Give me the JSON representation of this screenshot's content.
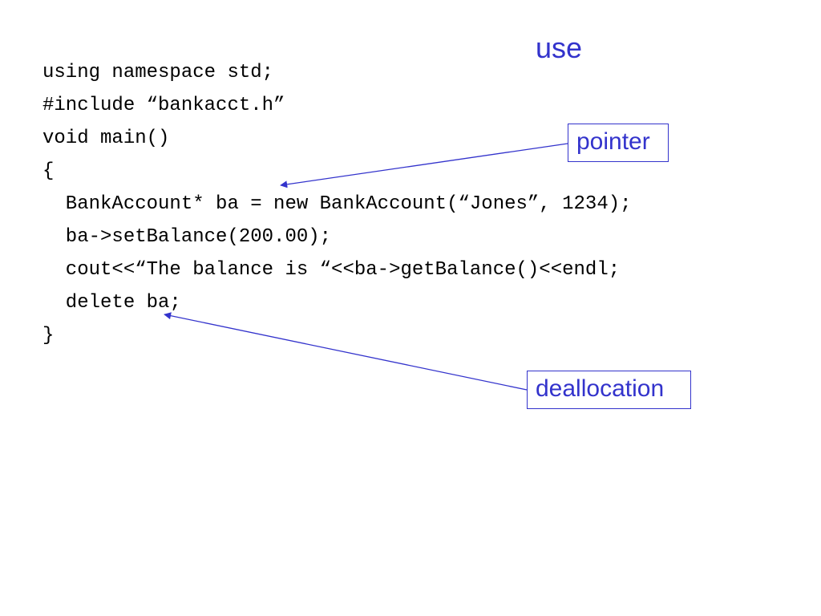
{
  "slide": {
    "title": "use",
    "code_lines": [
      "using namespace std;",
      "#include “bankacct.h”",
      "void main()",
      "{",
      "  BankAccount* ba = new BankAccount(“Jones”, 1234);",
      "  ba->setBalance(200.00);",
      "  cout<<“The balance is “<<ba->getBalance()<<endl;",
      "  delete ba;",
      "}"
    ],
    "callouts": {
      "pointer": "pointer",
      "deallocation": "deallocation"
    }
  },
  "colors": {
    "accent": "#3333cc",
    "code_text": "#000000",
    "background": "#ffffff"
  }
}
